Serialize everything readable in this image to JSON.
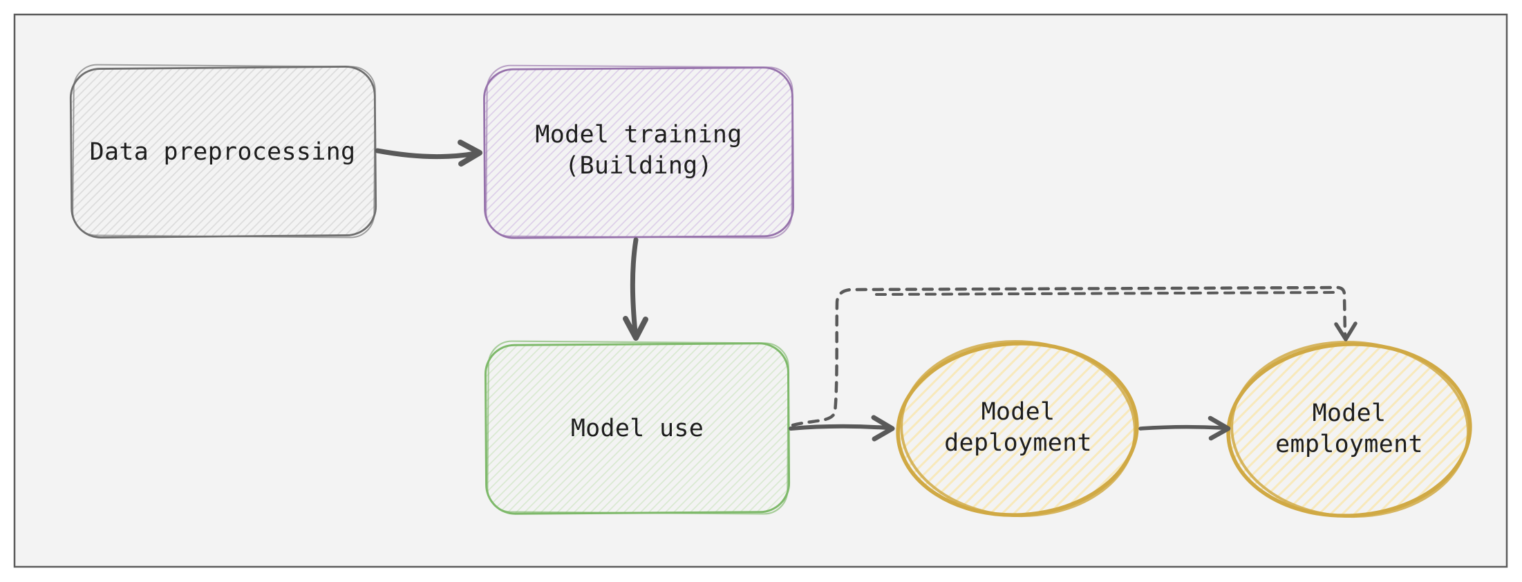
{
  "canvas": {
    "background": "#f3f3f3",
    "outer_background": "#ffffff",
    "frame_border_color": "#5b5b5b"
  },
  "diagram": {
    "text_color": "#1d1d1d",
    "arrow_color": "#595959",
    "nodes": [
      {
        "id": "data-preprocessing",
        "label": "Data preprocessing",
        "shape": "rectangle",
        "stroke": "#6e6e6e",
        "hatch": "#dcdcdc"
      },
      {
        "id": "model-training",
        "label": "Model training\n(Building)",
        "shape": "rectangle",
        "stroke": "#9672ab",
        "hatch": "#ddcfe9"
      },
      {
        "id": "model-use",
        "label": "Model use",
        "shape": "rectangle",
        "stroke": "#7eb96a",
        "hatch": "#d9e9d1"
      },
      {
        "id": "model-deployment",
        "label": "Model\ndeployment",
        "shape": "ellipse",
        "stroke": "#d0a944",
        "hatch": "#f8e9bb"
      },
      {
        "id": "model-employment",
        "label": "Model\nemployment",
        "shape": "ellipse",
        "stroke": "#d0a944",
        "hatch": "#f8e9bb"
      }
    ],
    "edges": [
      {
        "id": "preprocessing-to-training",
        "from": "data-preprocessing",
        "to": "model-training",
        "style": "solid",
        "color": "#595959"
      },
      {
        "id": "training-to-use",
        "from": "model-training",
        "to": "model-use",
        "style": "solid",
        "color": "#595959"
      },
      {
        "id": "use-to-deployment",
        "from": "model-use",
        "to": "model-deployment",
        "style": "solid",
        "color": "#595959"
      },
      {
        "id": "deployment-to-employment",
        "from": "model-deployment",
        "to": "model-employment",
        "style": "solid",
        "color": "#595959"
      },
      {
        "id": "use-to-employment",
        "from": "model-use",
        "to": "model-employment",
        "style": "dashed",
        "color": "#595959"
      }
    ]
  }
}
